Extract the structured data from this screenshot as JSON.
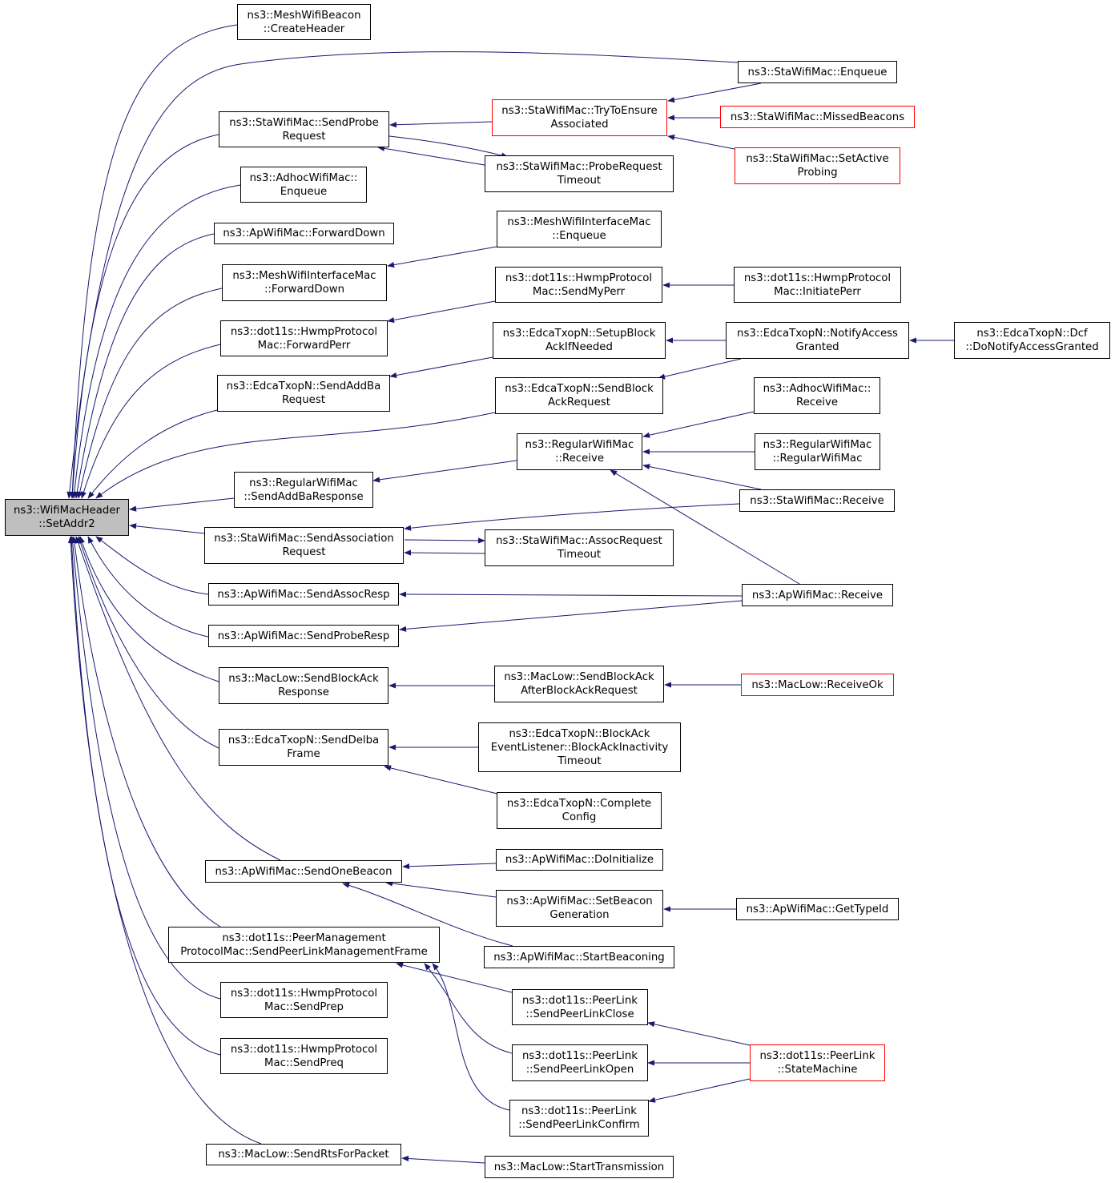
{
  "colors": {
    "edge": "#191970",
    "border": "#000000",
    "truncated_border": "#ff0000",
    "root_fill": "#bfbfbf"
  },
  "nodes": [
    {
      "id": "root",
      "lines": [
        "ns3::WifiMacHeader",
        "::SetAddr2"
      ],
      "root": true
    },
    {
      "id": "mwb_ch",
      "lines": [
        "ns3::MeshWifiBeacon",
        "::CreateHeader"
      ]
    },
    {
      "id": "sta_spr",
      "lines": [
        "ns3::StaWifiMac::SendProbe",
        "Request"
      ]
    },
    {
      "id": "adhoc_enq",
      "lines": [
        "ns3::AdhocWifiMac::",
        "Enqueue"
      ]
    },
    {
      "id": "ap_fd",
      "lines": [
        "ns3::ApWifiMac::ForwardDown"
      ]
    },
    {
      "id": "mwim_fd",
      "lines": [
        "ns3::MeshWifiInterfaceMac",
        "::ForwardDown"
      ]
    },
    {
      "id": "hwmp_fp",
      "lines": [
        "ns3::dot11s::HwmpProtocol",
        "Mac::ForwardPerr"
      ]
    },
    {
      "id": "edca_saba",
      "lines": [
        "ns3::EdcaTxopN::SendAddBa",
        "Request"
      ]
    },
    {
      "id": "reg_saba",
      "lines": [
        "ns3::RegularWifiMac",
        "::SendAddBaResponse"
      ]
    },
    {
      "id": "sta_sar",
      "lines": [
        "ns3::StaWifiMac::SendAssociation",
        "Request"
      ]
    },
    {
      "id": "ap_sar",
      "lines": [
        "ns3::ApWifiMac::SendAssocResp"
      ]
    },
    {
      "id": "ap_spr",
      "lines": [
        "ns3::ApWifiMac::SendProbeResp"
      ]
    },
    {
      "id": "ml_sbar",
      "lines": [
        "ns3::MacLow::SendBlockAck",
        "Response"
      ]
    },
    {
      "id": "edca_sdf",
      "lines": [
        "ns3::EdcaTxopN::SendDelba",
        "Frame"
      ]
    },
    {
      "id": "ap_sob",
      "lines": [
        "ns3::ApWifiMac::SendOneBeacon"
      ]
    },
    {
      "id": "pmp_splmf",
      "lines": [
        "ns3::dot11s::PeerManagement",
        "ProtocolMac::SendPeerLinkManagementFrame"
      ]
    },
    {
      "id": "hwmp_sprep",
      "lines": [
        "ns3::dot11s::HwmpProtocol",
        "Mac::SendPrep"
      ]
    },
    {
      "id": "hwmp_spreq",
      "lines": [
        "ns3::dot11s::HwmpProtocol",
        "Mac::SendPreq"
      ]
    },
    {
      "id": "ml_srfp",
      "lines": [
        "ns3::MacLow::SendRtsForPacket"
      ]
    },
    {
      "id": "sta_tte",
      "lines": [
        "ns3::StaWifiMac::TryToEnsure",
        "Associated"
      ],
      "red": true
    },
    {
      "id": "sta_prt",
      "lines": [
        "ns3::StaWifiMac::ProbeRequest",
        "Timeout"
      ]
    },
    {
      "id": "mwim_enq",
      "lines": [
        "ns3::MeshWifiInterfaceMac",
        "::Enqueue"
      ]
    },
    {
      "id": "hwmp_smp",
      "lines": [
        "ns3::dot11s::HwmpProtocol",
        "Mac::SendMyPerr"
      ]
    },
    {
      "id": "edca_sbain",
      "lines": [
        "ns3::EdcaTxopN::SetupBlock",
        "AckIfNeeded"
      ]
    },
    {
      "id": "edca_sbar",
      "lines": [
        "ns3::EdcaTxopN::SendBlock",
        "AckRequest"
      ]
    },
    {
      "id": "reg_recv",
      "lines": [
        "ns3::RegularWifiMac",
        "::Receive"
      ]
    },
    {
      "id": "sta_art",
      "lines": [
        "ns3::StaWifiMac::AssocRequest",
        "Timeout"
      ]
    },
    {
      "id": "ml_sbaabar",
      "lines": [
        "ns3::MacLow::SendBlockAck",
        "AfterBlockAckRequest"
      ]
    },
    {
      "id": "edca_bael",
      "lines": [
        "ns3::EdcaTxopN::BlockAck",
        "EventListener::BlockAckInactivity",
        "Timeout"
      ]
    },
    {
      "id": "edca_cc",
      "lines": [
        "ns3::EdcaTxopN::Complete",
        "Config"
      ]
    },
    {
      "id": "ap_doi",
      "lines": [
        "ns3::ApWifiMac::DoInitialize"
      ]
    },
    {
      "id": "ap_sbg",
      "lines": [
        "ns3::ApWifiMac::SetBeacon",
        "Generation"
      ]
    },
    {
      "id": "ap_sb",
      "lines": [
        "ns3::ApWifiMac::StartBeaconing"
      ]
    },
    {
      "id": "pl_splc",
      "lines": [
        "ns3::dot11s::PeerLink",
        "::SendPeerLinkClose"
      ]
    },
    {
      "id": "pl_splo",
      "lines": [
        "ns3::dot11s::PeerLink",
        "::SendPeerLinkOpen"
      ]
    },
    {
      "id": "pl_splcf",
      "lines": [
        "ns3::dot11s::PeerLink",
        "::SendPeerLinkConfirm"
      ]
    },
    {
      "id": "ml_st",
      "lines": [
        "ns3::MacLow::StartTransmission"
      ]
    },
    {
      "id": "sta_enq",
      "lines": [
        "ns3::StaWifiMac::Enqueue"
      ]
    },
    {
      "id": "sta_mb",
      "lines": [
        "ns3::StaWifiMac::MissedBeacons"
      ],
      "red": true
    },
    {
      "id": "sta_sap",
      "lines": [
        "ns3::StaWifiMac::SetActive",
        "Probing"
      ],
      "red": true
    },
    {
      "id": "hwmp_ip",
      "lines": [
        "ns3::dot11s::HwmpProtocol",
        "Mac::InitiatePerr"
      ]
    },
    {
      "id": "edca_nag",
      "lines": [
        "ns3::EdcaTxopN::NotifyAccess",
        "Granted"
      ]
    },
    {
      "id": "adhoc_recv",
      "lines": [
        "ns3::AdhocWifiMac::",
        "Receive"
      ]
    },
    {
      "id": "reg_rwm",
      "lines": [
        "ns3::RegularWifiMac",
        "::RegularWifiMac"
      ]
    },
    {
      "id": "sta_recv",
      "lines": [
        "ns3::StaWifiMac::Receive"
      ]
    },
    {
      "id": "ap_recv",
      "lines": [
        "ns3::ApWifiMac::Receive"
      ]
    },
    {
      "id": "ml_rok",
      "lines": [
        "ns3::MacLow::ReceiveOk"
      ],
      "red": true
    },
    {
      "id": "ap_gti",
      "lines": [
        "ns3::ApWifiMac::GetTypeId"
      ]
    },
    {
      "id": "pl_sm",
      "lines": [
        "ns3::dot11s::PeerLink",
        "::StateMachine"
      ],
      "red": true
    },
    {
      "id": "edca_dcf",
      "lines": [
        "ns3::EdcaTxopN::Dcf",
        "::DoNotifyAccessGranted"
      ]
    }
  ],
  "edges": [
    {
      "from": "mwb_ch",
      "to": "root"
    },
    {
      "from": "sta_spr",
      "to": "root"
    },
    {
      "from": "adhoc_enq",
      "to": "root"
    },
    {
      "from": "ap_fd",
      "to": "root"
    },
    {
      "from": "mwim_fd",
      "to": "root"
    },
    {
      "from": "hwmp_fp",
      "to": "root"
    },
    {
      "from": "edca_saba",
      "to": "root"
    },
    {
      "from": "edca_sbar",
      "to": "root"
    },
    {
      "from": "reg_saba",
      "to": "root"
    },
    {
      "from": "sta_sar",
      "to": "root"
    },
    {
      "from": "ap_sar",
      "to": "root"
    },
    {
      "from": "ap_spr",
      "to": "root"
    },
    {
      "from": "ml_sbar",
      "to": "root"
    },
    {
      "from": "edca_sdf",
      "to": "root"
    },
    {
      "from": "ap_sob",
      "to": "root"
    },
    {
      "from": "pmp_splmf",
      "to": "root"
    },
    {
      "from": "hwmp_sprep",
      "to": "root"
    },
    {
      "from": "hwmp_spreq",
      "to": "root"
    },
    {
      "from": "ml_srfp",
      "to": "root"
    },
    {
      "from": "sta_enq",
      "to": "root"
    },
    {
      "from": "sta_tte",
      "to": "sta_spr"
    },
    {
      "from": "sta_prt",
      "to": "sta_spr"
    },
    {
      "from": "sta_spr",
      "to": "sta_prt"
    },
    {
      "from": "sta_enq",
      "to": "sta_tte"
    },
    {
      "from": "sta_mb",
      "to": "sta_tte"
    },
    {
      "from": "sta_sap",
      "to": "sta_tte"
    },
    {
      "from": "mwim_enq",
      "to": "mwim_fd"
    },
    {
      "from": "hwmp_smp",
      "to": "hwmp_fp"
    },
    {
      "from": "hwmp_ip",
      "to": "hwmp_smp"
    },
    {
      "from": "edca_sbain",
      "to": "edca_saba"
    },
    {
      "from": "edca_nag",
      "to": "edca_sbain"
    },
    {
      "from": "edca_nag",
      "to": "edca_sbar"
    },
    {
      "from": "edca_dcf",
      "to": "edca_nag"
    },
    {
      "from": "reg_recv",
      "to": "reg_saba"
    },
    {
      "from": "adhoc_recv",
      "to": "reg_recv"
    },
    {
      "from": "reg_rwm",
      "to": "reg_recv"
    },
    {
      "from": "sta_recv",
      "to": "reg_recv"
    },
    {
      "from": "ap_recv",
      "to": "reg_recv"
    },
    {
      "from": "sta_recv",
      "to": "sta_sar"
    },
    {
      "from": "sta_art",
      "to": "sta_sar"
    },
    {
      "from": "sta_sar",
      "to": "sta_art"
    },
    {
      "from": "ap_recv",
      "to": "ap_sar"
    },
    {
      "from": "ap_recv",
      "to": "ap_spr"
    },
    {
      "from": "ml_sbaabar",
      "to": "ml_sbar"
    },
    {
      "from": "ml_rok",
      "to": "ml_sbaabar"
    },
    {
      "from": "edca_bael",
      "to": "edca_sdf"
    },
    {
      "from": "edca_cc",
      "to": "edca_sdf"
    },
    {
      "from": "ap_doi",
      "to": "ap_sob"
    },
    {
      "from": "ap_sbg",
      "to": "ap_sob"
    },
    {
      "from": "ap_sb",
      "to": "ap_sob"
    },
    {
      "from": "ap_gti",
      "to": "ap_sbg"
    },
    {
      "from": "pl_splc",
      "to": "pmp_splmf"
    },
    {
      "from": "pl_splo",
      "to": "pmp_splmf"
    },
    {
      "from": "pl_splcf",
      "to": "pmp_splmf"
    },
    {
      "from": "pl_sm",
      "to": "pl_splc"
    },
    {
      "from": "pl_sm",
      "to": "pl_splo"
    },
    {
      "from": "pl_sm",
      "to": "pl_splcf"
    },
    {
      "from": "ml_st",
      "to": "ml_srfp"
    }
  ]
}
